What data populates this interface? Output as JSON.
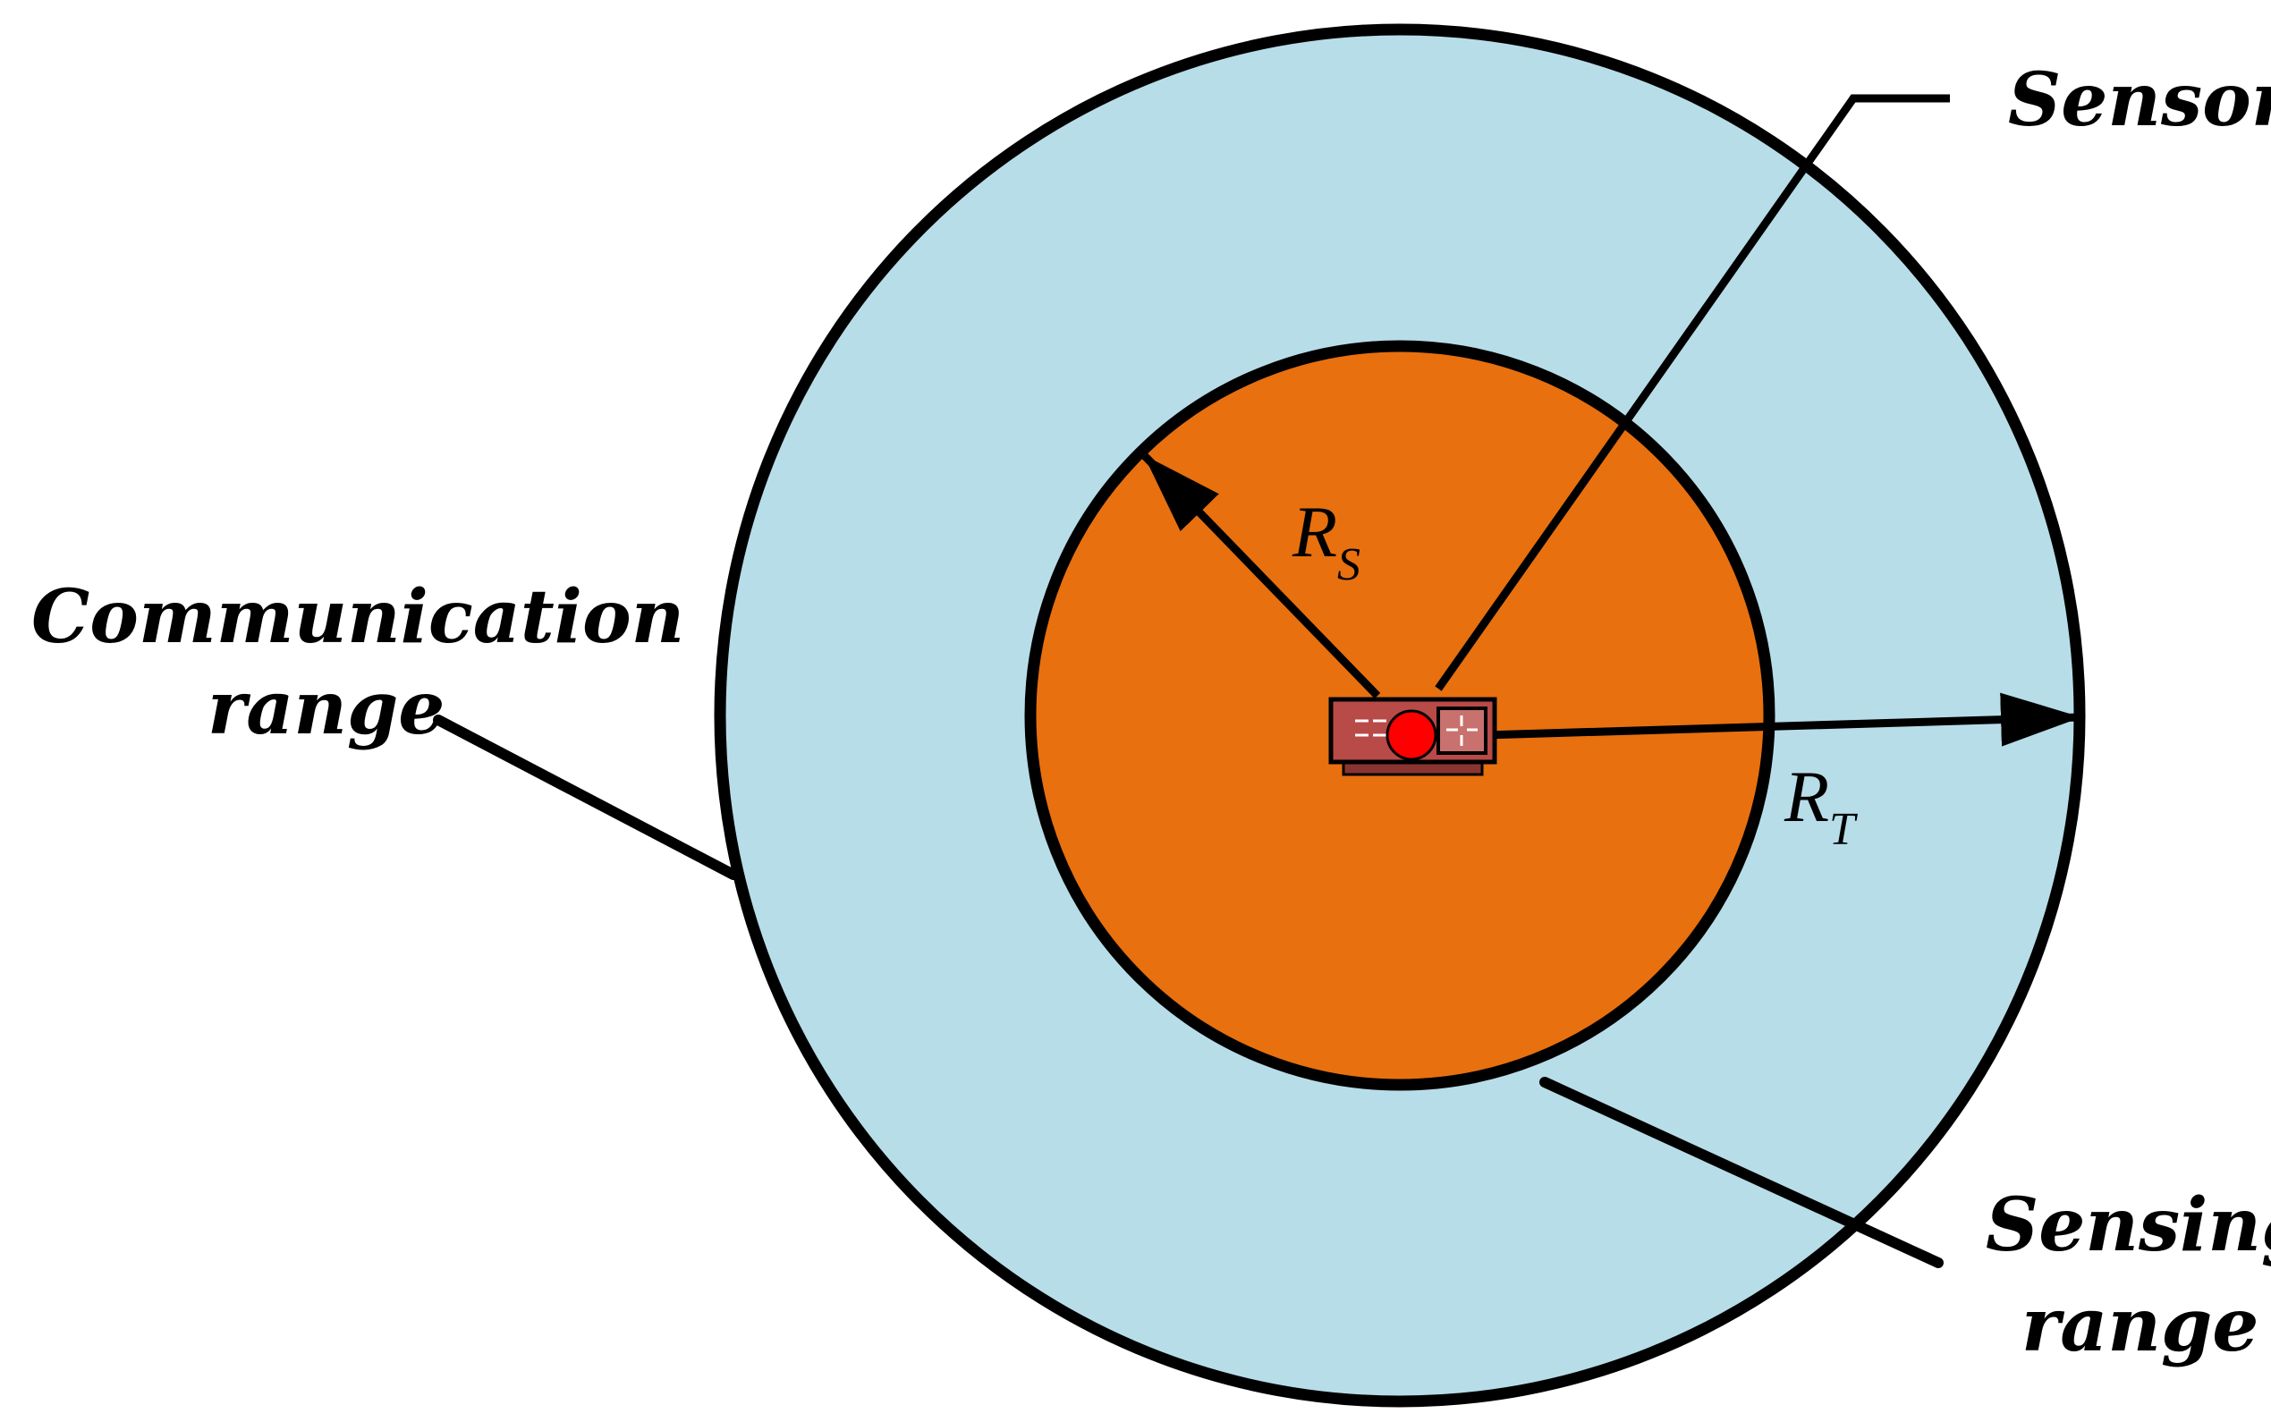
{
  "labels": {
    "sensor": "Sensor",
    "communication_line1": "Communication",
    "communication_line2": "range",
    "sensing_line1": "Sensing",
    "sensing_line2": "range"
  },
  "radii": {
    "sensing": {
      "symbol": "R",
      "subscript": "S"
    },
    "communication": {
      "symbol": "R",
      "subscript": "T"
    }
  },
  "colors": {
    "communication_range_fill": "#b7dde8",
    "sensing_range_fill": "#e8700f",
    "sensor_body": "#b84a48",
    "sensor_led": "#ff0000",
    "outline": "#000000"
  },
  "icons": {
    "sensor": "sensor-node-icon"
  }
}
